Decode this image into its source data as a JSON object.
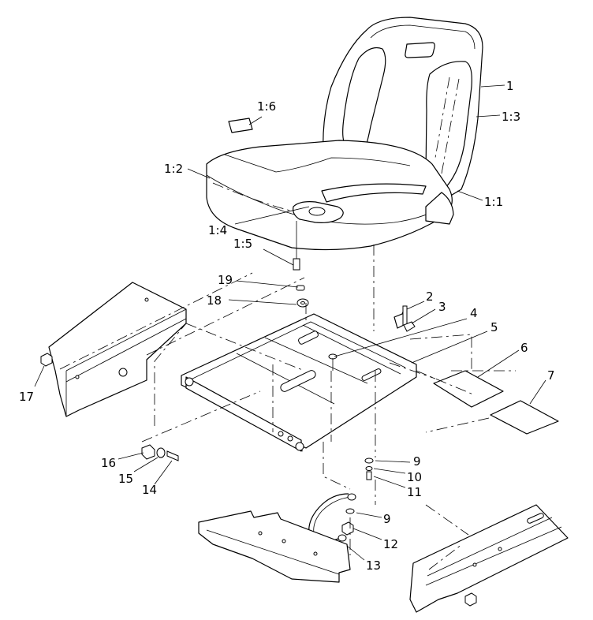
{
  "callouts": [
    {
      "id": "c1",
      "text": "1"
    },
    {
      "id": "c1_3",
      "text": "1:3"
    },
    {
      "id": "c1_6",
      "text": "1:6"
    },
    {
      "id": "c1_2",
      "text": "1:2"
    },
    {
      "id": "c1_1",
      "text": "1:1"
    },
    {
      "id": "c1_4",
      "text": "1:4"
    },
    {
      "id": "c1_5",
      "text": "1:5"
    },
    {
      "id": "c19",
      "text": "19"
    },
    {
      "id": "c18",
      "text": "18"
    },
    {
      "id": "c2",
      "text": "2"
    },
    {
      "id": "c3",
      "text": "3"
    },
    {
      "id": "c4",
      "text": "4"
    },
    {
      "id": "c5",
      "text": "5"
    },
    {
      "id": "c6",
      "text": "6"
    },
    {
      "id": "c7",
      "text": "7"
    },
    {
      "id": "c17",
      "text": "17"
    },
    {
      "id": "c16",
      "text": "16"
    },
    {
      "id": "c15",
      "text": "15"
    },
    {
      "id": "c14",
      "text": "14"
    },
    {
      "id": "c9a",
      "text": "9"
    },
    {
      "id": "c10",
      "text": "10"
    },
    {
      "id": "c11",
      "text": "11"
    },
    {
      "id": "c9b",
      "text": "9"
    },
    {
      "id": "c12",
      "text": "12"
    },
    {
      "id": "c13",
      "text": "13"
    }
  ]
}
